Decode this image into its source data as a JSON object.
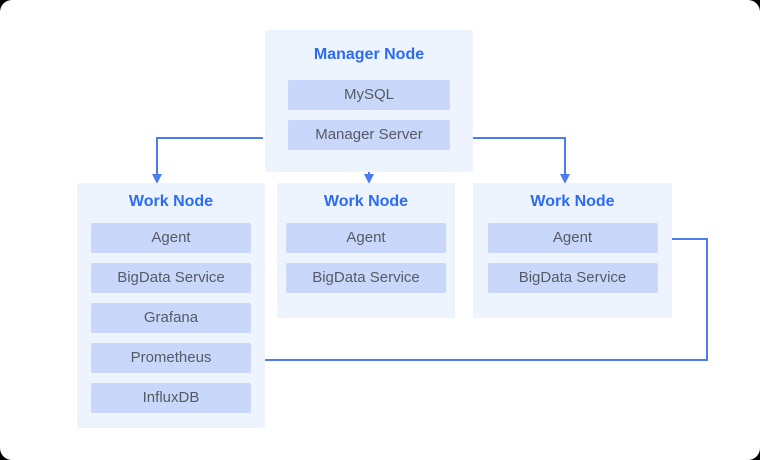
{
  "diagram": {
    "manager": {
      "title": "Manager Node",
      "boxes": [
        "MySQL",
        "Manager Server"
      ]
    },
    "workers": [
      {
        "title": "Work Node",
        "boxes": [
          "Agent",
          "BigData Service",
          "Grafana",
          "Prometheus",
          "InfluxDB"
        ]
      },
      {
        "title": "Work Node",
        "boxes": [
          "Agent",
          "BigData Service"
        ]
      },
      {
        "title": "Work Node",
        "boxes": [
          "Agent",
          "BigData Service"
        ]
      }
    ],
    "edges": [
      {
        "from": "Manager Server",
        "to": "Work Node 1"
      },
      {
        "from": "Manager Server",
        "to": "Work Node 2"
      },
      {
        "from": "Manager Server",
        "to": "Work Node 3"
      },
      {
        "from": "Work Node 3",
        "to": "Prometheus"
      }
    ],
    "colors": {
      "panel_bg": "#eef4fe",
      "box_bg": "#c9d8fa",
      "title_text": "#2c6cf2",
      "box_text": "#555b66",
      "connector": "#4d7cf0",
      "canvas_bg": "#ffffff"
    }
  }
}
